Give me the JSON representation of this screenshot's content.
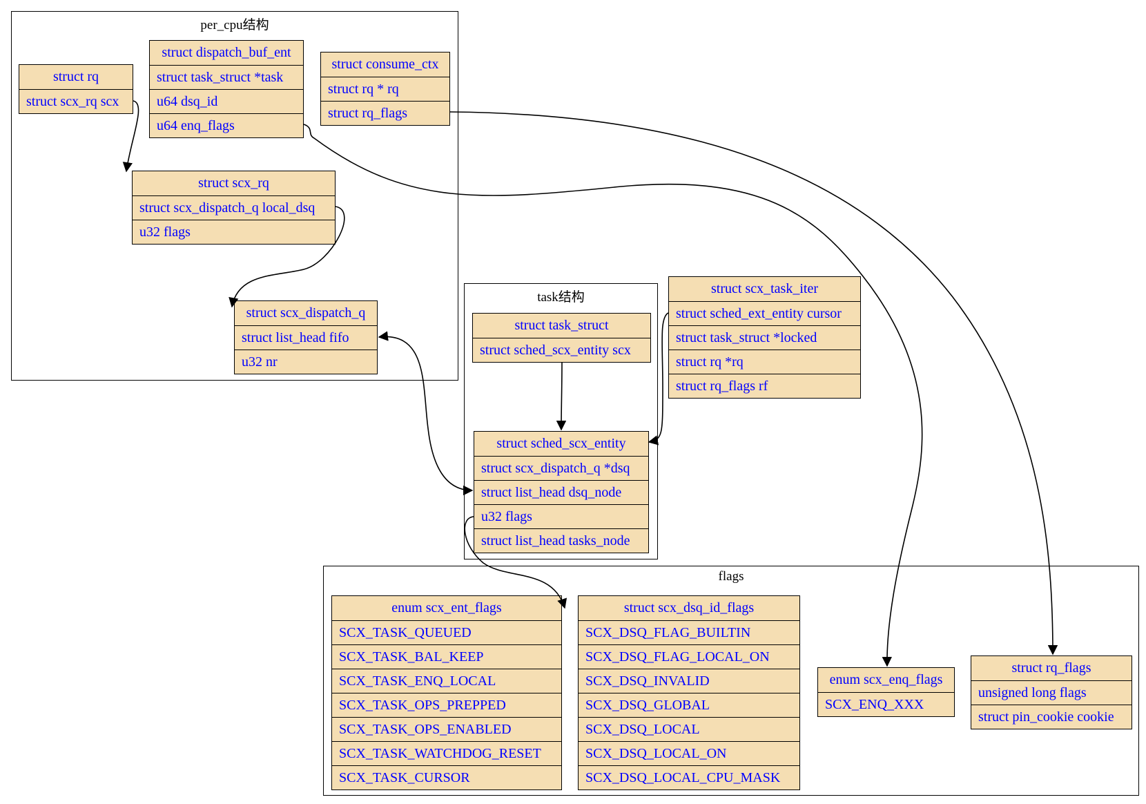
{
  "clusters": {
    "per_cpu": "per_cpu结构",
    "task": "task结构",
    "flags": "flags"
  },
  "nodes": {
    "rq": [
      "struct rq",
      "struct scx_rq scx"
    ],
    "dispatch_buf_ent": [
      "struct dispatch_buf_ent",
      "struct task_struct *task",
      "u64 dsq_id",
      "u64 enq_flags"
    ],
    "consume_ctx": [
      "struct consume_ctx",
      "struct rq * rq",
      "struct rq_flags"
    ],
    "scx_rq": [
      "struct scx_rq",
      "struct scx_dispatch_q local_dsq",
      "u32 flags"
    ],
    "scx_dispatch_q": [
      "struct scx_dispatch_q",
      "struct list_head fifo",
      "u32 nr"
    ],
    "task_struct": [
      "struct task_struct",
      "struct sched_scx_entity scx"
    ],
    "sched_scx_entity": [
      "struct sched_scx_entity",
      "struct scx_dispatch_q *dsq",
      "struct list_head dsq_node",
      "u32 flags",
      "struct list_head tasks_node"
    ],
    "scx_task_iter": [
      "struct scx_task_iter",
      "struct sched_ext_entity cursor",
      "struct task_struct *locked",
      "struct rq *rq",
      "struct rq_flags rf"
    ],
    "scx_ent_flags": [
      "enum scx_ent_flags",
      "SCX_TASK_QUEUED",
      "SCX_TASK_BAL_KEEP",
      "SCX_TASK_ENQ_LOCAL",
      "SCX_TASK_OPS_PREPPED",
      "SCX_TASK_OPS_ENABLED",
      "SCX_TASK_WATCHDOG_RESET",
      "SCX_TASK_CURSOR"
    ],
    "scx_dsq_id_flags": [
      "struct scx_dsq_id_flags",
      "SCX_DSQ_FLAG_BUILTIN",
      "SCX_DSQ_FLAG_LOCAL_ON",
      "SCX_DSQ_INVALID",
      "SCX_DSQ_GLOBAL",
      "SCX_DSQ_LOCAL",
      "SCX_DSQ_LOCAL_ON",
      "SCX_DSQ_LOCAL_CPU_MASK"
    ],
    "scx_enq_flags": [
      "enum scx_enq_flags",
      "SCX_ENQ_XXX"
    ],
    "rq_flags": [
      "struct rq_flags",
      "unsigned long flags",
      "struct pin_cookie cookie"
    ]
  },
  "edges": [
    {
      "from": "rq.scx",
      "to": "scx_rq"
    },
    {
      "from": "scx_rq.local_dsq",
      "to": "scx_dispatch_q"
    },
    {
      "from": "dispatch_buf_ent.enq_flags",
      "to": "scx_enq_flags"
    },
    {
      "from": "consume_ctx.rq_flags",
      "to": "rq_flags"
    },
    {
      "from": "task_struct.scx",
      "to": "sched_scx_entity"
    },
    {
      "from": "scx_task_iter.cursor",
      "to": "sched_scx_entity"
    },
    {
      "from": "scx_dispatch_q.fifo",
      "to": "sched_scx_entity.dsq_node",
      "bidirectional": true
    },
    {
      "from": "sched_scx_entity.flags",
      "to": "scx_ent_flags"
    }
  ]
}
